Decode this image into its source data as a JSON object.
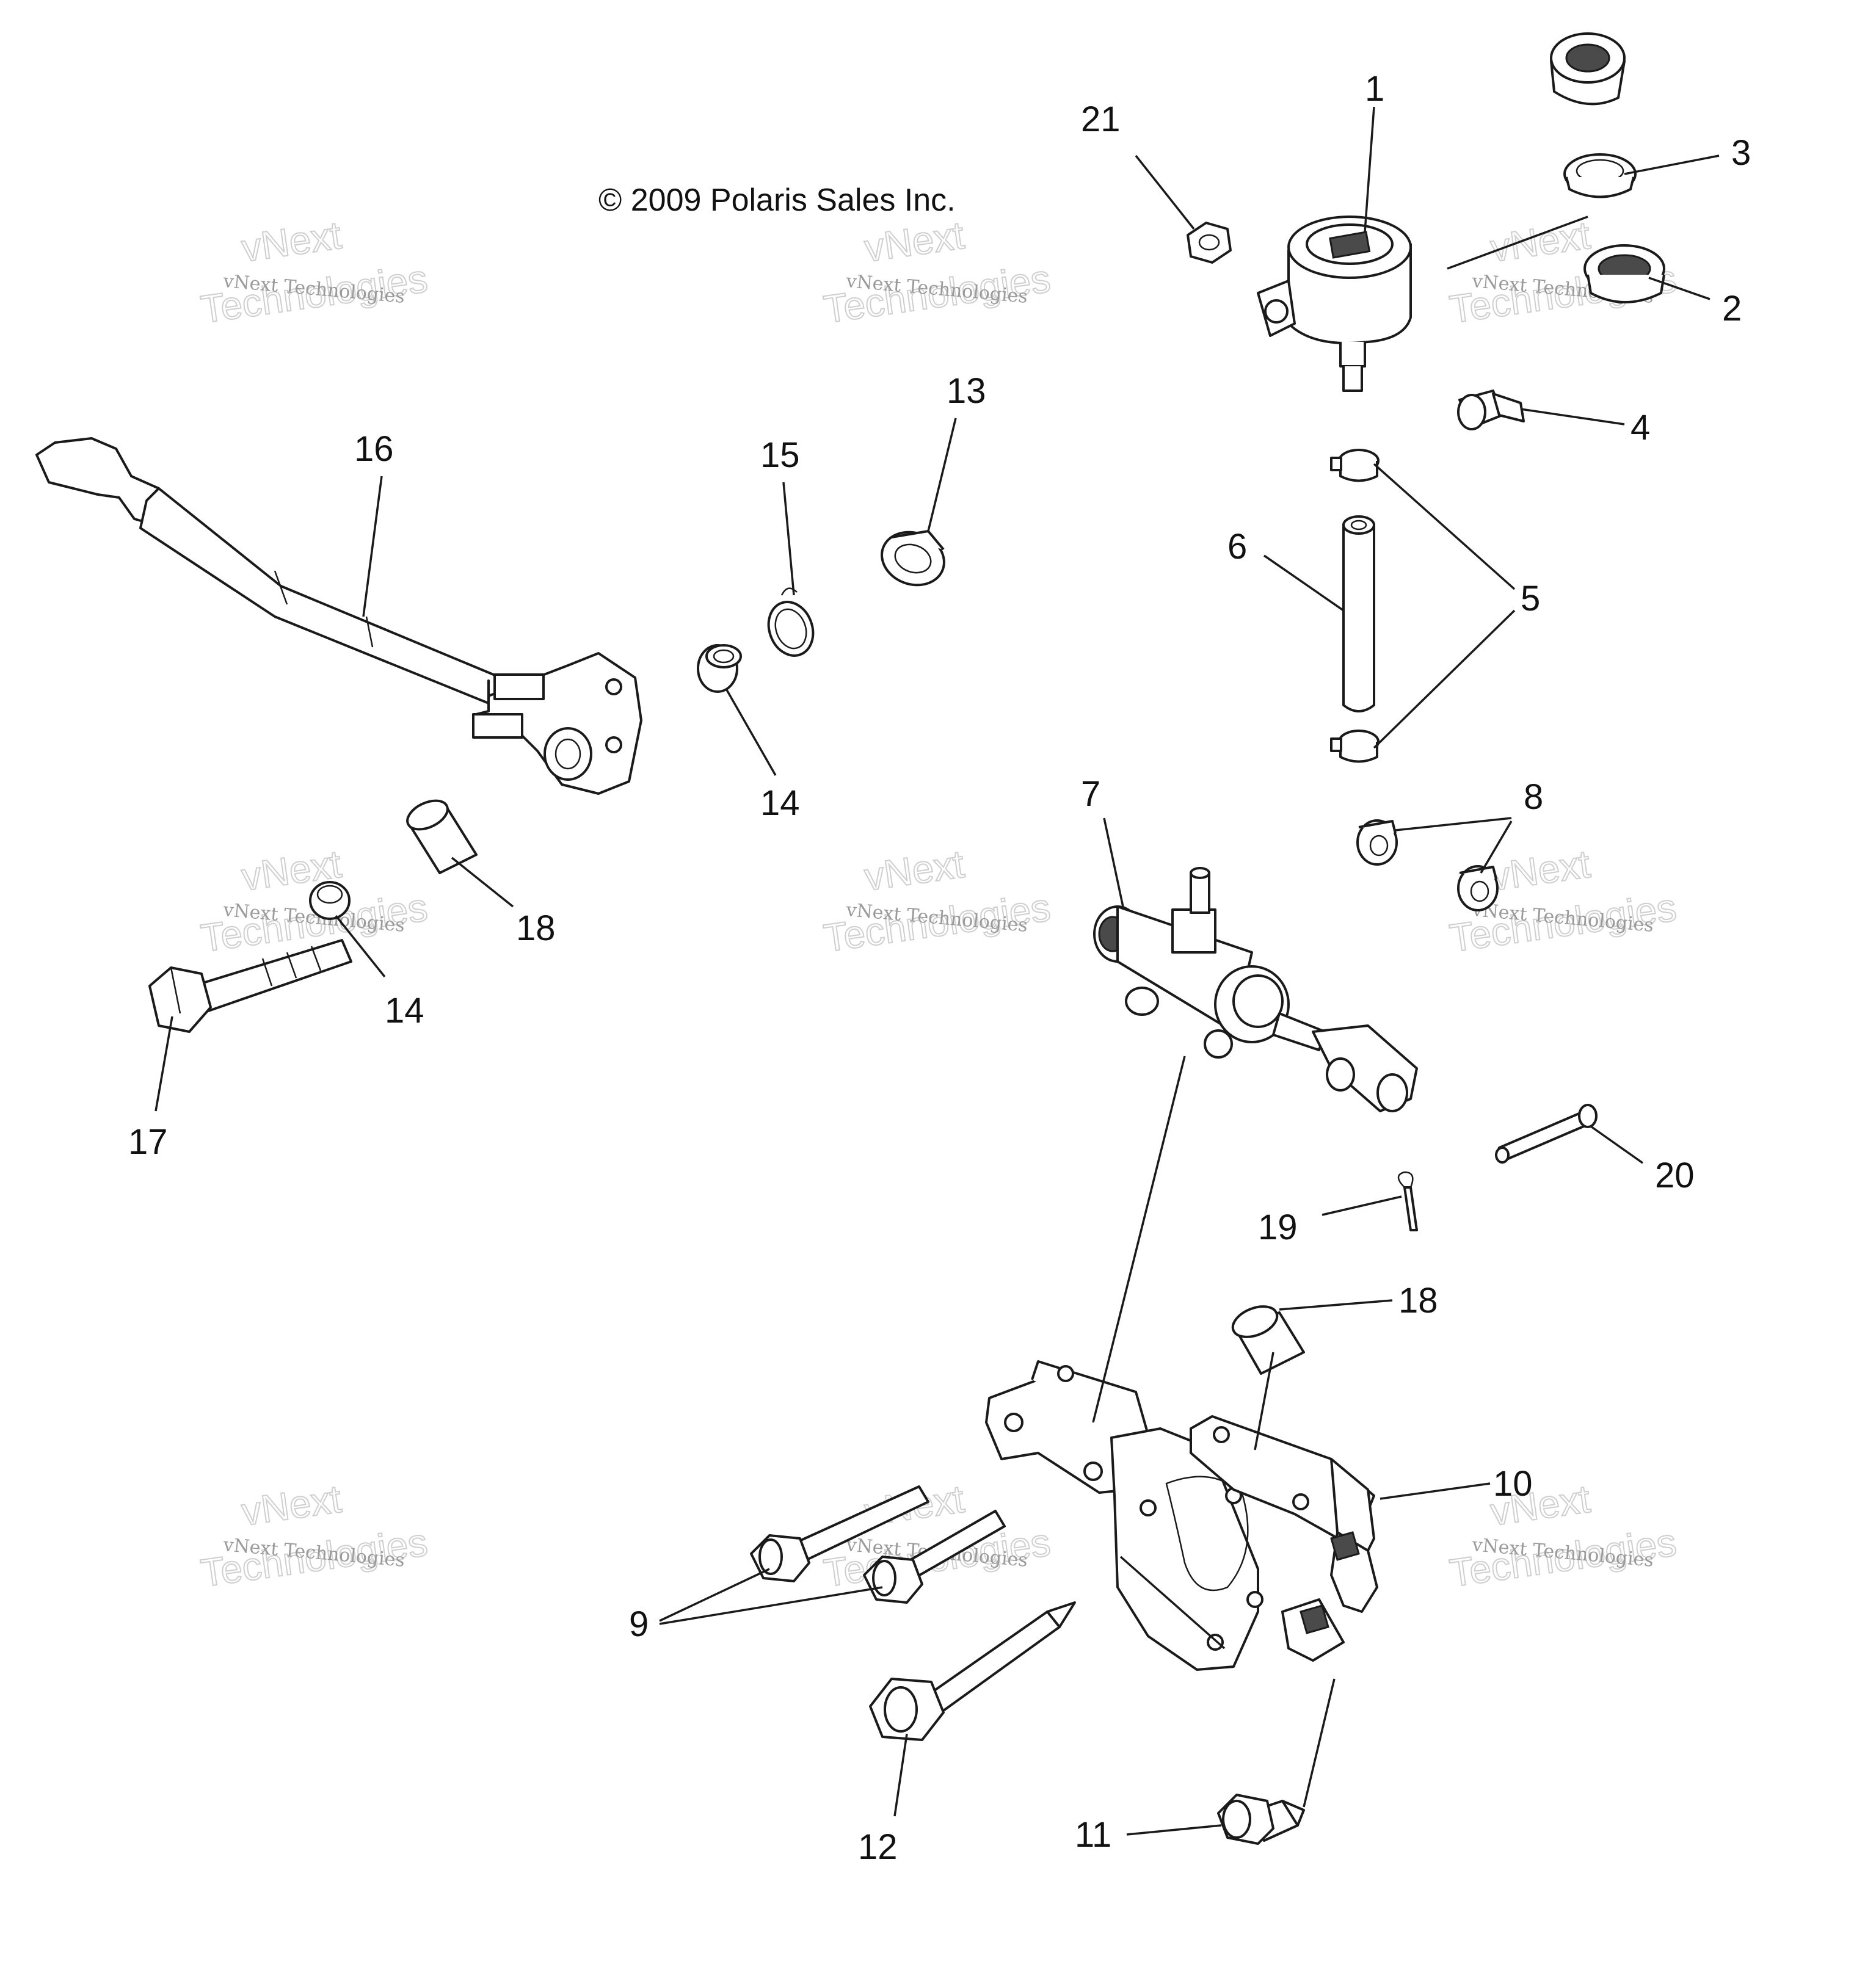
{
  "copyright": "© 2009 Polaris Sales Inc.",
  "watermark": {
    "small_text": "vNext Technologies",
    "big_line1": "vNext",
    "big_line2": "Technologies"
  },
  "callouts": {
    "c1": "1",
    "c2": "2",
    "c3": "3",
    "c4": "4",
    "c5": "5",
    "c6": "6",
    "c7": "7",
    "c8": "8",
    "c9": "9",
    "c10": "10",
    "c11": "11",
    "c12": "12",
    "c13": "13",
    "c14a": "14",
    "c14b": "14",
    "c15": "15",
    "c16": "16",
    "c17": "17",
    "c18a": "18",
    "c18b": "18",
    "c19": "19",
    "c20": "20",
    "c21": "21"
  }
}
